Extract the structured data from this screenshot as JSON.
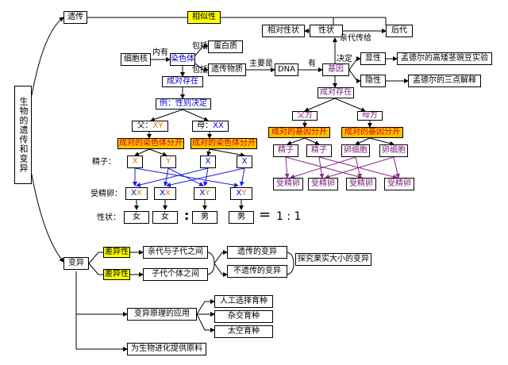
{
  "title": "生物的遗传和变异",
  "heredity": {
    "label": "遗传",
    "similarity": "相似性",
    "cell_nucleus": "细胞核",
    "contains": "内有",
    "chromosome": "染色体",
    "includes_top": "包括",
    "includes_bottom": "包括",
    "protein": "蛋白质",
    "genetic_material": "遗传物质",
    "mainly_is": "主要是",
    "dna": "DNA",
    "has": "有",
    "gene": "基因",
    "determines": "决定",
    "trait": "性状",
    "relative_trait": "相对性状",
    "parent_passing": "亲代传给",
    "offspring": "后代",
    "dominant": "显性",
    "recessive": "隐性",
    "mendel_pea": "孟德尔的高矮茎豌豆实验",
    "mendel_ratio": "孟德尔的三点解释",
    "chrom_paired": "成对存在",
    "gene_paired": "成对存在",
    "sex_example": "例：性别决定",
    "father_label": "父：",
    "father_genes": "XY",
    "mother_label": "母：",
    "mother_genes": "XX",
    "paired_chrom_sep_1": "成对的染色体分开",
    "paired_chrom_sep_2": "成对的染色体分开",
    "sperm_label": "精子：",
    "sperm": [
      "X",
      "Y",
      "X",
      "X"
    ],
    "fertilized_label": "受精卵：",
    "zygotes": [
      {
        "first": "X",
        "second": "X"
      },
      {
        "first": "X",
        "second": "X"
      },
      {
        "first": "X",
        "second": "Y"
      },
      {
        "first": "X",
        "second": "Y"
      }
    ],
    "sex_label": "性状：",
    "sexes": [
      "女",
      "女",
      "男",
      "男"
    ],
    "colon": ":",
    "equals": "=",
    "ratio": "1 : 1",
    "father_side": "父方",
    "mother_side": "母方",
    "paired_gene_sep_1": "成对的基因分开",
    "paired_gene_sep_2": "成对的基因分开",
    "sperm_cells": [
      "精子",
      "精子"
    ],
    "egg_cells": [
      "卵细胞",
      "卵细胞"
    ],
    "zygote_cells": [
      "受精卵",
      "受精卵",
      "受精卵",
      "受精卵"
    ]
  },
  "variation": {
    "label": "变异",
    "difference_1": "差异性",
    "difference_2": "差异性",
    "between_parent_child": "亲代与子代之间",
    "between_children": "子代个体之间",
    "heritable": "遗传的变异",
    "non_heritable": "不遗传的变异",
    "inquiry": "探究果实大小的变异",
    "application": "变异原理的应用",
    "artificial_selection": "人工选择育种",
    "hybrid_breeding": "杂交育种",
    "space_breeding": "太空育种",
    "evolution_material": "为生物进化提供原料"
  },
  "colors": {
    "line": "#000000",
    "blue_arrow": "#1a1ae6",
    "purple_arrow": "#8b2a8b",
    "highlight_yellow": "#ffff00",
    "highlight_orange": "#ffc000"
  }
}
